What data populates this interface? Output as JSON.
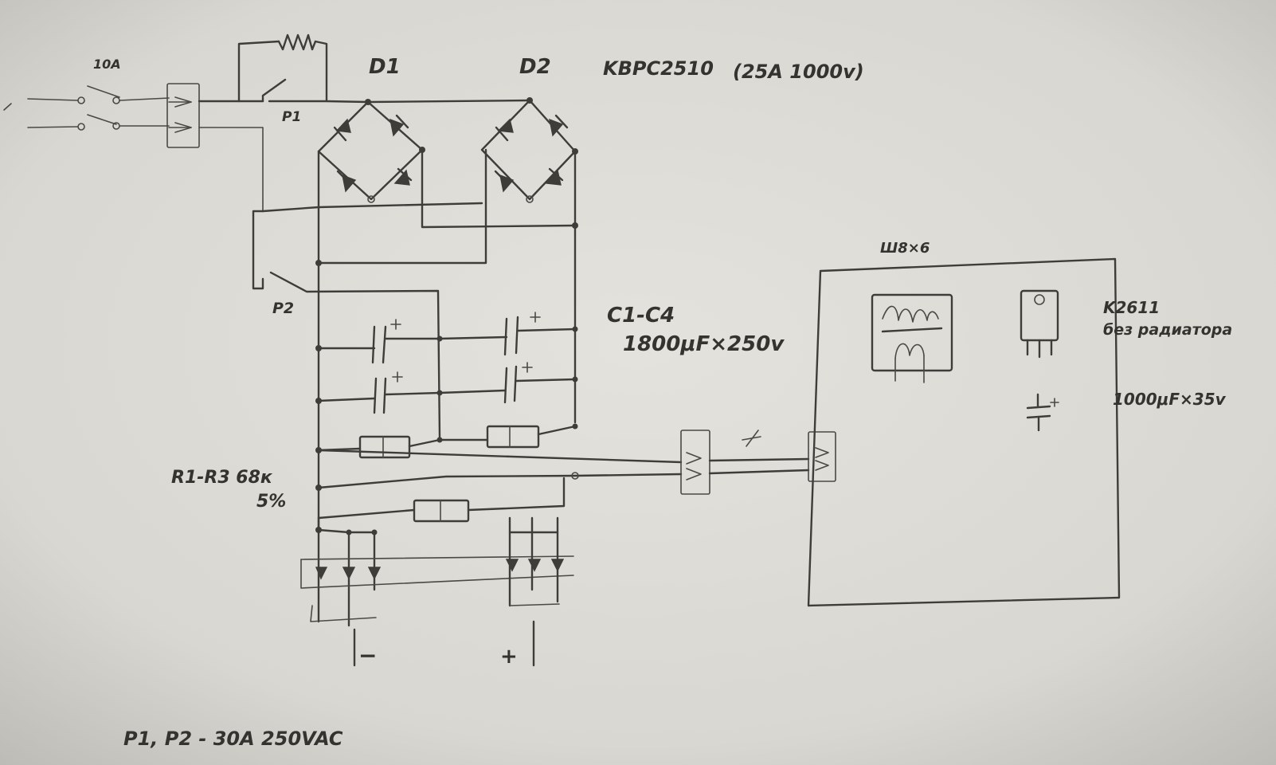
{
  "labels": {
    "fuse": "10A",
    "d1": "D1",
    "d2": "D2",
    "bridge_part": "KBPC2510",
    "bridge_rating": "(25A 1000v)",
    "p1": "P1",
    "p2": "P2",
    "caps_ref": "C1-C4",
    "caps_value": "1800μF×250v",
    "resistors_ref": "R1-R3 68к",
    "resistors_tol": "5%",
    "transformer": "Ш8×6",
    "transistor": "K2611",
    "transistor_note": "без радиатора",
    "small_cap": "1000μF×35v",
    "minus": "−",
    "plus": "+",
    "relays_note": "P1, P2  - 30A 250VAC"
  },
  "colors": {
    "paper": "#dcdad4",
    "ink": "#3e3d3a"
  }
}
